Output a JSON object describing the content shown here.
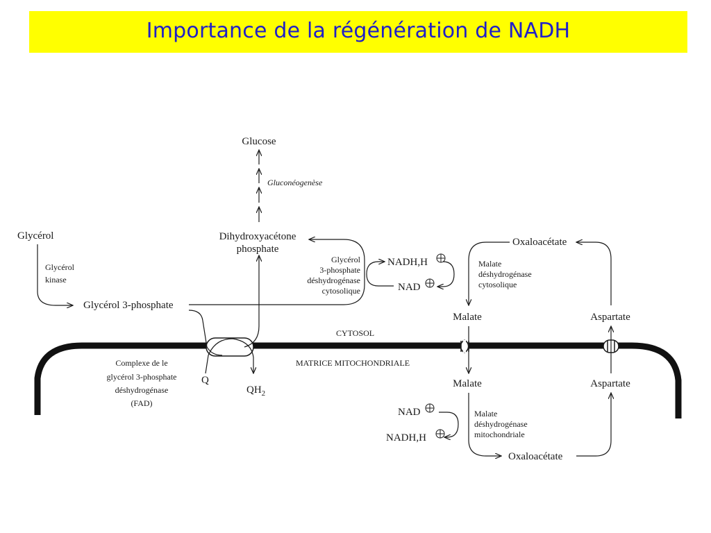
{
  "title": "Importance de la régénération de NADH",
  "colors": {
    "title_bg": "#ffff00",
    "title_text": "#2020c8",
    "ink": "#1a1a1a"
  },
  "labels": {
    "glucose": "Glucose",
    "gluconeogenese": "Gluconéogenèse",
    "dhap_line1": "Dihydroxyacétone",
    "dhap_line2": "phosphate",
    "glycerol": "Glycérol",
    "glycerol_kinase_line1": "Glycérol",
    "glycerol_kinase_line2": "kinase",
    "glycerol3p": "Glycérol 3-phosphate",
    "g3pdh_cyto": [
      "Glycérol",
      "3-phosphate",
      "déshydrogénase",
      "cytosolique"
    ],
    "nadh_h_top": "NADH,H",
    "nad_top": "NAD",
    "oxaloacetate_top": "Oxaloacétate",
    "mdh_cyto": [
      "Malate",
      "déshydrogénase",
      "cytosolique"
    ],
    "malate_cyto": "Malate",
    "aspartate_cyto": "Aspartate",
    "cytosol": "CYTOSOL",
    "matrice": "MATRICE MITOCHONDRIALE",
    "complexe": [
      "Complexe de le",
      "glycérol 3-phosphate",
      "déshydrogénase",
      "(FAD)"
    ],
    "q": "Q",
    "qh2": "QH",
    "qh2_sub": "2",
    "malate_mito": "Malate",
    "aspartate_mito": "Aspartate",
    "nad_bottom": "NAD",
    "nadh_h_bottom": "NADH,H",
    "mdh_mito": [
      "Malate",
      "déshydrogénase",
      "mitochondriale"
    ],
    "oxaloacetate_bottom": "Oxaloacétate"
  }
}
